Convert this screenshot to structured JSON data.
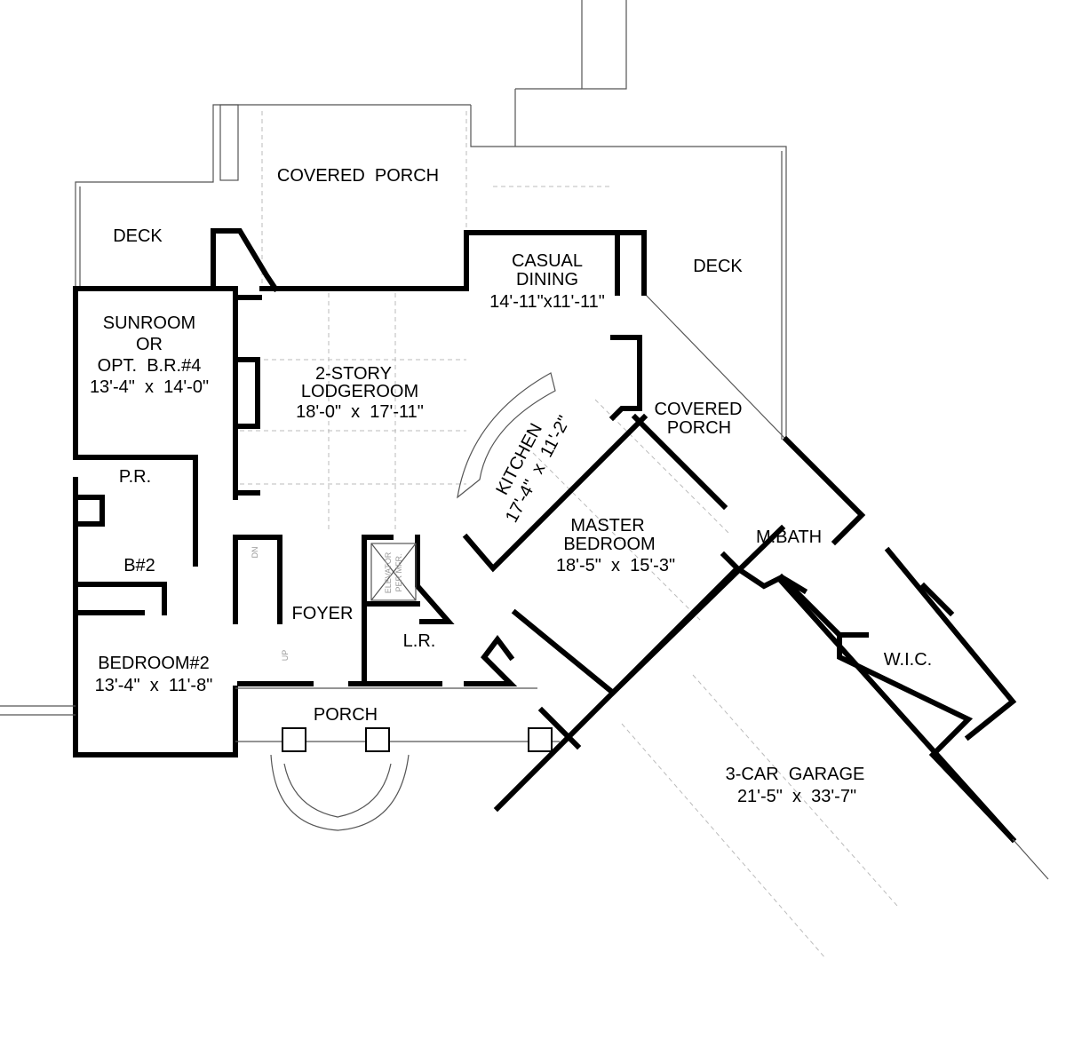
{
  "rooms": {
    "covered_porch_top": {
      "name": "COVERED  PORCH"
    },
    "deck_left": {
      "name": "DECK"
    },
    "deck_right": {
      "name": "DECK"
    },
    "casual_dining": {
      "name1": "CASUAL",
      "name2": "DINING",
      "dim": "14'-11\"x11'-11\""
    },
    "sunroom": {
      "name1": "SUNROOM",
      "name2": "OR",
      "name3": "OPT.  B.R.#4",
      "dim": "13'-4\"  x  14'-0\""
    },
    "lodgeroom": {
      "name1": "2-STORY",
      "name2": "LODGEROOM",
      "dim": "18'-0\"  x  17'-11\""
    },
    "kitchen": {
      "name": "KITCHEN",
      "dim": "17'-4\"  x  11'-2\""
    },
    "covered_porch_right": {
      "name1": "COVERED",
      "name2": "PORCH"
    },
    "pr": {
      "name": "P.R."
    },
    "b2": {
      "name": "B#2"
    },
    "master_bedroom": {
      "name1": "MASTER",
      "name2": "BEDROOM",
      "dim": "18'-5\"  x  15'-3\""
    },
    "mbath": {
      "name": "M.BATH"
    },
    "foyer": {
      "name": "FOYER"
    },
    "lr": {
      "name": "L.R."
    },
    "wic": {
      "name": "W.I.C."
    },
    "bedroom2": {
      "name": "BEDROOM#2",
      "dim": "13'-4\"  x  11'-8\""
    },
    "porch": {
      "name": "PORCH"
    },
    "garage": {
      "name": "3-CAR  GARAGE",
      "dim": "21'-5\"  x  33'-7\""
    }
  },
  "notes": {
    "elevator1": "ELEVATOR",
    "elevator2": "PER MFR.",
    "stair_dn": "DN",
    "stair_up": "UP"
  }
}
